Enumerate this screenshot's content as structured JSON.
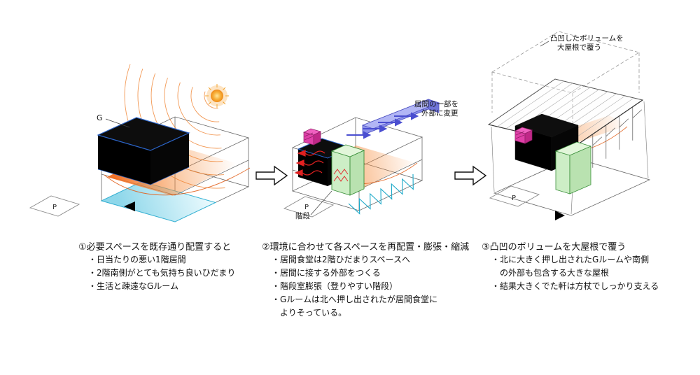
{
  "colors": {
    "sun_orange": "#ee8a18",
    "ray_orange": "#ef7f2a",
    "warm_gradient_orange": "#f26c1e",
    "floor_cyan": "#8ed7ea",
    "cyan_edge": "#35b3d6",
    "volume_black": "#000000",
    "edge_blue": "#2b64c8",
    "stair_green": "#cdeec6",
    "stair_green_edge": "#3a8f3a",
    "accent_magenta": "#e040a8",
    "bar_purple": "#8b90ea",
    "arrow_blue": "#4a4ed0",
    "push_red": "#e02020",
    "line_gray": "#555555"
  },
  "step1": {
    "caption": "①必要スペースを既存通り配置すると",
    "bullets": [
      "・日当たりの悪い1階居間",
      "・2階南側がとても気持ち良いひだまり",
      "・生活と疎遠なGルーム"
    ],
    "g_label": "G",
    "p_label": "P"
  },
  "step2": {
    "caption": "②環境に合わせて各スペースを再配置・膨張・縮減",
    "bullets": [
      "・居間食堂は2階ひだまりスペースへ",
      "・居間に接する外部をつくる",
      "・階段室膨張（登りやすい階段）",
      "・Gルームは北へ押し出されたが居間食堂に",
      "　よりそっている。"
    ],
    "p_label": "P",
    "stairs_label": "階段",
    "annotation_line1": "居間の一部を",
    "annotation_line2": "外部に変更"
  },
  "step3": {
    "caption": "③凸凹のボリュームを大屋根で覆う",
    "bullets": [
      "・北に大きく押し出されたGルームや南側",
      "　の外部も包含する大きな屋根",
      "・結果大きくでた軒は方杖でしっかり支える"
    ],
    "p_label": "P",
    "annotation_line1": "凸凹したボリュームを",
    "annotation_line2": "大屋根で覆う"
  }
}
